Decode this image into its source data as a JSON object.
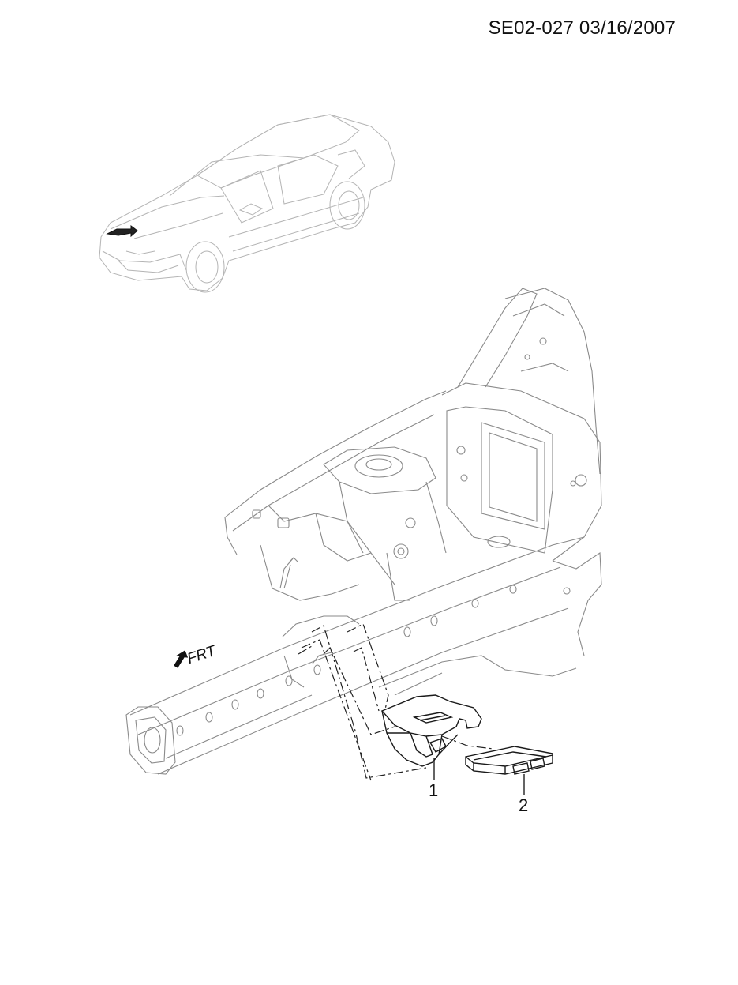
{
  "header": {
    "code": "SE02-027 03/16/2007"
  },
  "direction_indicator": {
    "label": "FRT",
    "icon": "arrow-front-icon"
  },
  "callouts": [
    {
      "number": "1"
    },
    {
      "number": "2"
    }
  ],
  "colors": {
    "ink": "#111111",
    "faint_line": "#b4b4b4",
    "mid_line": "#8a8a8a"
  }
}
